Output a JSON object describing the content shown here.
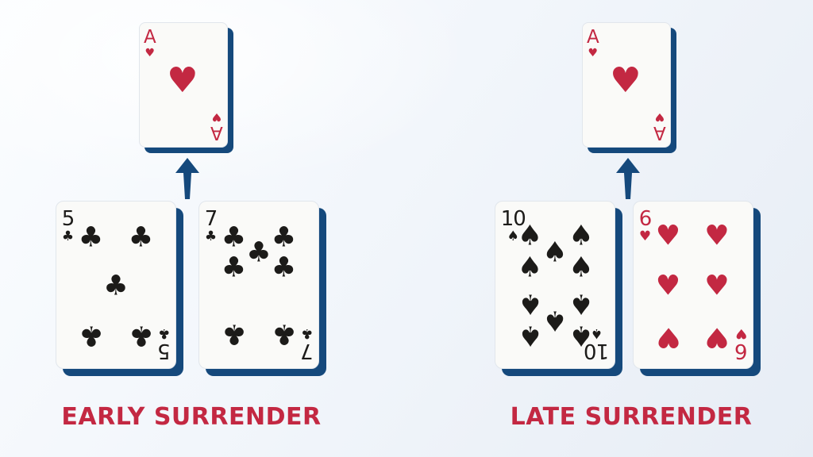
{
  "colors": {
    "navy": "#15497C",
    "red": "#C32842",
    "black": "#1C1B19",
    "card_face": "#FAFAF8",
    "background_start": "#FBFDFF",
    "background_end": "#E7EDF5"
  },
  "suit_glyphs": {
    "hearts": "♥",
    "clubs": "♣",
    "spades": "♠"
  },
  "pip_layouts": {
    "A": [
      [
        49,
        47,
        0
      ]
    ],
    "5": [
      [
        29,
        22,
        0
      ],
      [
        71,
        22,
        0
      ],
      [
        50,
        51,
        0
      ],
      [
        29,
        80,
        1
      ],
      [
        71,
        80,
        1
      ]
    ],
    "6": [
      [
        29,
        21,
        0
      ],
      [
        70,
        21,
        0
      ],
      [
        29,
        51,
        0
      ],
      [
        70,
        51,
        0
      ],
      [
        29,
        81,
        1
      ],
      [
        70,
        81,
        1
      ]
    ],
    "7": [
      [
        29,
        22,
        0
      ],
      [
        71,
        22,
        0
      ],
      [
        50,
        31,
        0
      ],
      [
        29,
        40,
        0
      ],
      [
        71,
        40,
        0
      ],
      [
        29,
        79,
        1
      ],
      [
        71,
        79,
        1
      ]
    ],
    "10": [
      [
        29,
        21,
        0
      ],
      [
        72,
        21,
        0
      ],
      [
        50,
        31,
        0
      ],
      [
        29,
        40,
        0
      ],
      [
        72,
        40,
        0
      ],
      [
        29,
        61,
        1
      ],
      [
        72,
        61,
        1
      ],
      [
        50,
        71,
        1
      ],
      [
        29,
        80,
        1
      ],
      [
        72,
        80,
        1
      ]
    ]
  },
  "panels": [
    {
      "label": "EARLY SURRENDER",
      "dealer": {
        "rank": "A",
        "suit": "hearts"
      },
      "player_cards": [
        {
          "rank": "5",
          "suit": "clubs"
        },
        {
          "rank": "7",
          "suit": "clubs"
        }
      ]
    },
    {
      "label": "LATE SURRENDER",
      "dealer": {
        "rank": "A",
        "suit": "hearts"
      },
      "player_cards": [
        {
          "rank": "10",
          "suit": "spades"
        },
        {
          "rank": "6",
          "suit": "hearts"
        }
      ]
    }
  ]
}
